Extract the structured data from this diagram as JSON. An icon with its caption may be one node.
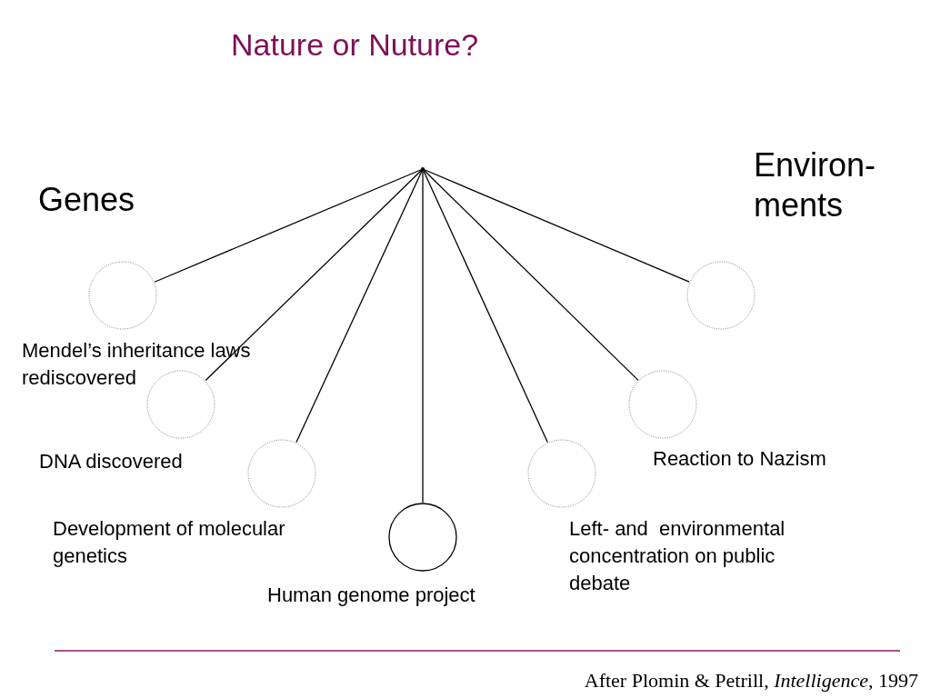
{
  "diagram": {
    "title": "Nature or Nuture?",
    "caption": "After Plomin & Petrill, *Intelligence*, 1997",
    "nodes": [
      {
        "text": [],
        "shape": "dot"
      },
      {
        "text": [],
        "shape": "circle"
      },
      {
        "text": [],
        "shape": "circle",
        "beside": [
          "DNA discovered"
        ]
      },
      {
        "text": [],
        "shape": "circle",
        "beside": [
          "Development of molecular genetics"
        ]
      },
      {
        "text": [],
        "shape": "circle",
        "beside": [
          "Human genome project"
        ]
      },
      {
        "text": [],
        "shape": "circle",
        "beside": [
          "Left- and  environmental concentration on public debate"
        ]
      },
      {
        "text": [],
        "shape": "circle",
        "beside": [
          "Reaction to Nazism"
        ]
      },
      {
        "text": [],
        "shape": "circle"
      }
    ],
    "edges": [
      {
        "from": 0,
        "to": 1,
        "arrow": "none"
      },
      {
        "from": 0,
        "to": 2,
        "arrow": "none"
      },
      {
        "from": 0,
        "to": 3,
        "arrow": "none"
      },
      {
        "from": 0,
        "to": 4,
        "arrow": "none"
      },
      {
        "from": 0,
        "to": 5,
        "arrow": "none"
      },
      {
        "from": 0,
        "to": 6,
        "arrow": "none"
      },
      {
        "from": 0,
        "to": 7,
        "arrow": "none"
      }
    ],
    "labels": [
      "Genes",
      "Environ- ments",
      "Mendel’s inheritance laws rediscovered"
    ]
  }
}
